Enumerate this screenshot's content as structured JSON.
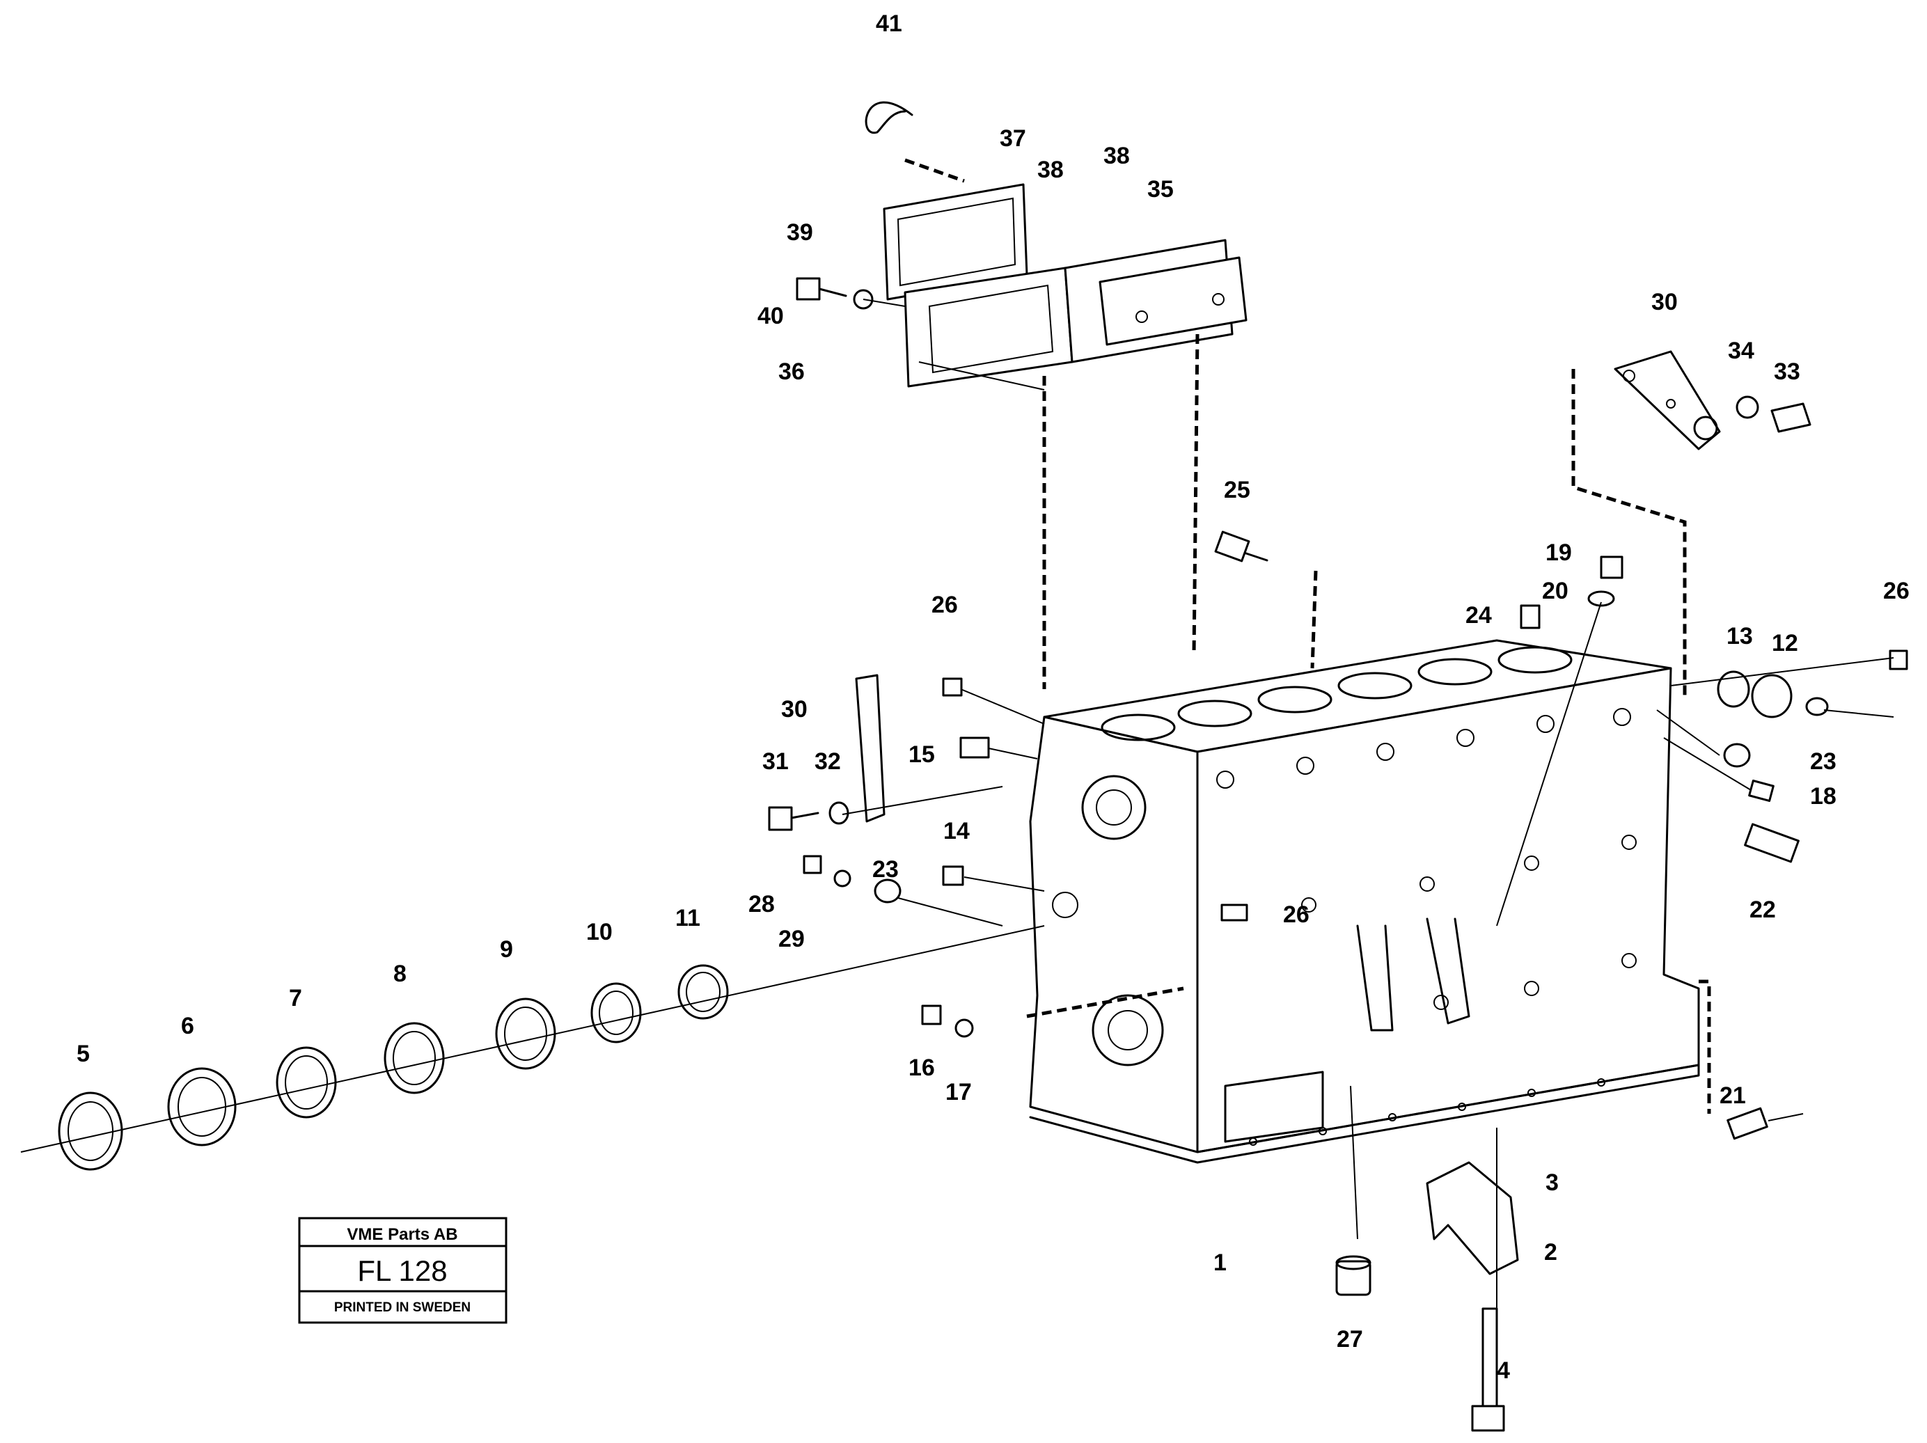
{
  "title_block": {
    "company": "VME Parts AB",
    "figure": "FL 128",
    "printed": "PRINTED IN SWEDEN"
  },
  "callouts": [
    "41",
    "37",
    "38",
    "38",
    "35",
    "39",
    "40",
    "36",
    "30",
    "34",
    "33",
    "25",
    "19",
    "20",
    "24",
    "26",
    "26",
    "13",
    "12",
    "30",
    "15",
    "31",
    "32",
    "23",
    "18",
    "14",
    "23",
    "28",
    "29",
    "26",
    "22",
    "11",
    "10",
    "9",
    "8",
    "7",
    "6",
    "5",
    "16",
    "17",
    "21",
    "3",
    "2",
    "1",
    "27",
    "4"
  ]
}
